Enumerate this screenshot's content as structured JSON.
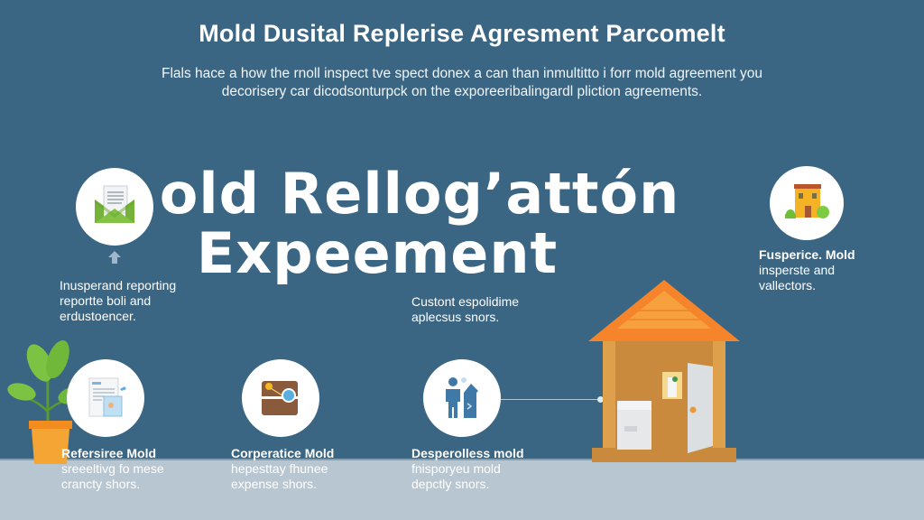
{
  "header": {
    "title": "Mold Dusital Replerise Agresment Parcomelt",
    "subtitle_line1": "Flals hace a how the rnoll inspect tve spect donex a can than inmultitto i forr mold agreement you",
    "subtitle_line2": "decorisery car dicodsonturpck on the exporeeribalingardl pliction agreements."
  },
  "hero": {
    "line1": "old Rellog’attón",
    "line2": "Expeement"
  },
  "features": [
    {
      "id": "inspection-reporting",
      "icon": "envelope-letter-icon",
      "title": "Inusperand reporting",
      "lines": [
        "reportte boli and",
        "erdustoencer."
      ]
    },
    {
      "id": "residence-mold",
      "icon": "house-icon",
      "title": "Fusperice. Mold",
      "lines": [
        "insperste and",
        "vallectors."
      ]
    },
    {
      "id": "custom-expense",
      "icon": "none",
      "title": "Custont espolidime",
      "lines": [
        "aplecsus snors."
      ]
    },
    {
      "id": "reference-mold",
      "icon": "document-icon",
      "title": "Refersiree Mold",
      "lines": [
        "sreeeltivg fo mese",
        "crancty shors."
      ]
    },
    {
      "id": "corporate-mold",
      "icon": "wallet-icon",
      "title": "Corperatice Mold",
      "lines": [
        "hepesttay fhunee",
        "expense shors."
      ]
    },
    {
      "id": "dispersal-mold",
      "icon": "person-bin-icon",
      "title": "Desperolless mold",
      "lines": [
        "fnisporyeu mold",
        "depctly snors."
      ]
    }
  ],
  "colors": {
    "background": "#3a6684",
    "floor": "#b8c6d1",
    "roof": "#f5842a",
    "house_wall": "#c98a3e",
    "envelope": "#7bbb3e",
    "plant_pot": "#f39a2a"
  }
}
